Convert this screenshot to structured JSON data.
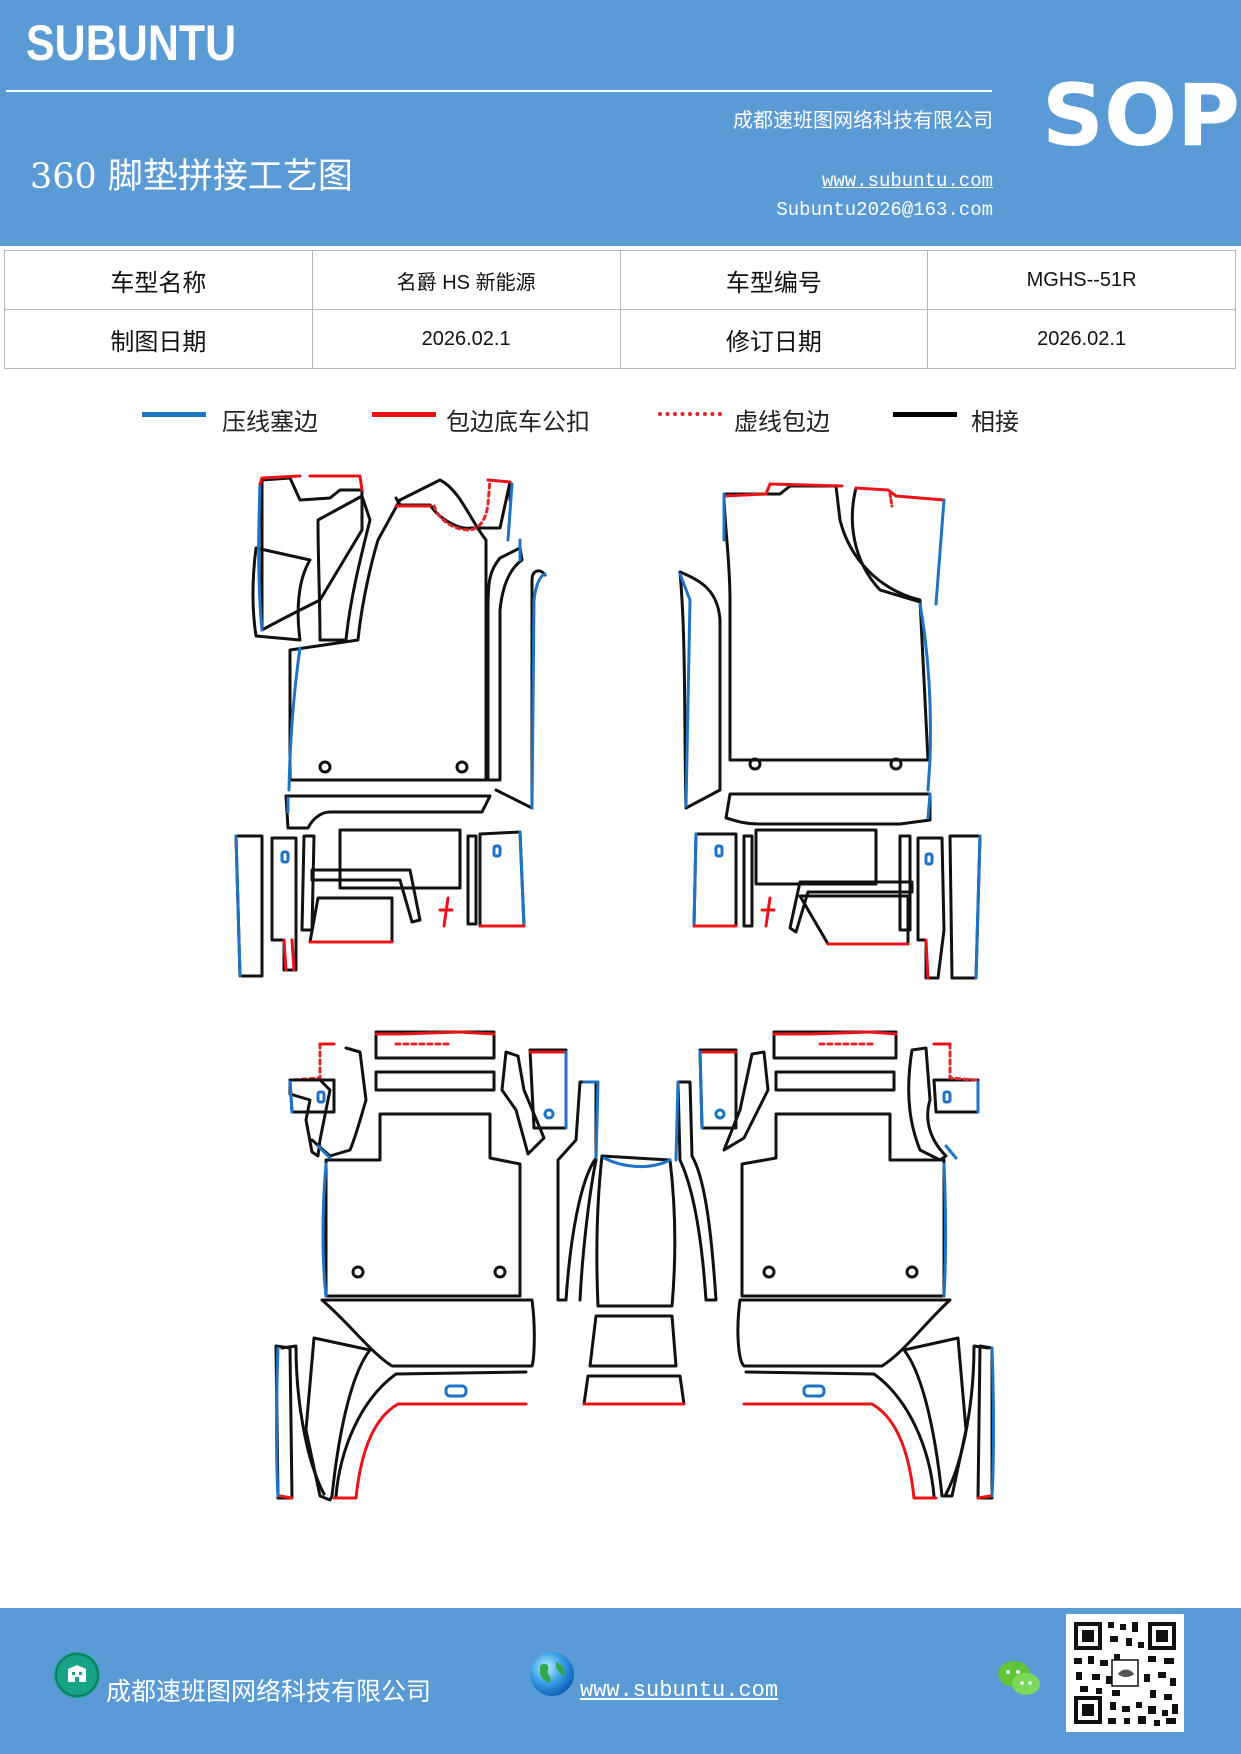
{
  "header": {
    "logo": "SUBUNTU",
    "company": "成都速班图网络科技有限公司",
    "title": "360 脚垫拼接工艺图",
    "website": "www.subuntu.com",
    "email": "Subuntu2026@163.com",
    "badge": "SOP"
  },
  "info_table": {
    "model_name_label": "车型名称",
    "model_name": "名爵 HS 新能源",
    "model_code_label": "车型编号",
    "model_code": "MGHS--51R",
    "draw_date_label": "制图日期",
    "draw_date": "2026.02.1",
    "revise_date_label": "修订日期",
    "revise_date": "2026.02.1"
  },
  "legend": [
    {
      "label": "压线塞边",
      "color": "#1f73c4",
      "style": "solid"
    },
    {
      "label": "包边底车公扣",
      "color": "#e8141a",
      "style": "solid"
    },
    {
      "label": "虚线包边",
      "color": "#e0262b",
      "style": "dotted"
    },
    {
      "label": "相接",
      "color": "#000000",
      "style": "solid"
    }
  ],
  "colors": {
    "brand_blue": "#5b9bd5",
    "press_line": "#1f73c4",
    "wrap_edge": "#e8141a",
    "outline": "#111111"
  },
  "footer": {
    "company": "成都速班图网络科技有限公司",
    "website": "www.subuntu.com",
    "icons": [
      "company-icon",
      "globe-icon",
      "wechat-icon",
      "qr-code"
    ]
  }
}
